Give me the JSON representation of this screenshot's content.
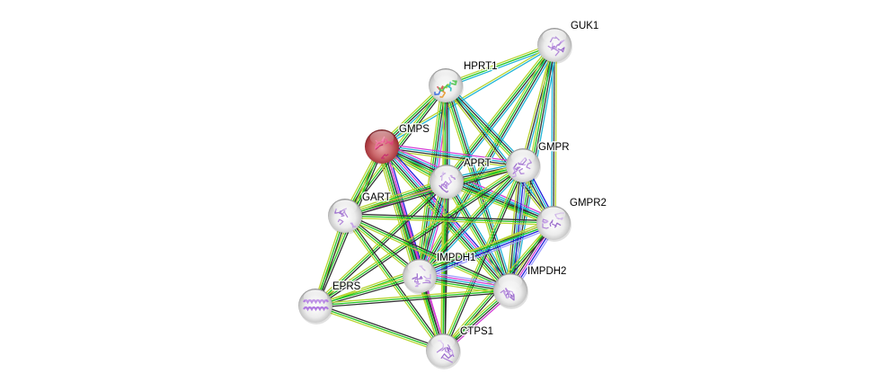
{
  "title": "Protein interaction network",
  "query_protein": "GMPS",
  "colors": {
    "background": "#ffffff",
    "query_node": "#c0555a",
    "neighbor_node": "#e2e2e2",
    "structure_tint": "#b58bd8",
    "label": "#000000"
  },
  "evidence_colors": {
    "database": "#21b5d6",
    "experiments": "#d43fd6",
    "textmining": "#b8d432",
    "coexpression": "#333333",
    "neighborhood": "#1e1edb",
    "gene_fusion": "#e02020",
    "cooccurrence": "#2020d0",
    "homology": "#a0a0ff",
    "other_green": "#21c521"
  },
  "nodes": [
    {
      "id": "GUK1",
      "label": "GUK1",
      "query": false,
      "structure": "purple"
    },
    {
      "id": "HPRT1",
      "label": "HPRT1",
      "query": false,
      "structure": "rainbow"
    },
    {
      "id": "GMPS",
      "label": "GMPS",
      "query": true,
      "structure": "magenta"
    },
    {
      "id": "APRT",
      "label": "APRT",
      "query": false,
      "structure": "purple"
    },
    {
      "id": "GMPR",
      "label": "GMPR",
      "query": false,
      "structure": "purple"
    },
    {
      "id": "GART",
      "label": "GART",
      "query": false,
      "structure": "purple"
    },
    {
      "id": "GMPR2",
      "label": "GMPR2",
      "query": false,
      "structure": "purple"
    },
    {
      "id": "IMPDH1",
      "label": "IMPDH1",
      "query": false,
      "structure": "purple"
    },
    {
      "id": "IMPDH2",
      "label": "IMPDH2",
      "query": false,
      "structure": "purple"
    },
    {
      "id": "EPRS",
      "label": "EPRS",
      "query": false,
      "structure": "helix"
    },
    {
      "id": "CTPS1",
      "label": "CTPS1",
      "query": false,
      "structure": "purple"
    }
  ],
  "edges": [
    {
      "source": "GUK1",
      "target": "HPRT1",
      "evidence": [
        "database",
        "other_green",
        "textmining"
      ]
    },
    {
      "source": "GUK1",
      "target": "GMPS",
      "evidence": [
        "database",
        "textmining"
      ]
    },
    {
      "source": "GUK1",
      "target": "APRT",
      "evidence": [
        "database",
        "coexpression",
        "other_green",
        "textmining"
      ]
    },
    {
      "source": "GUK1",
      "target": "GMPR",
      "evidence": [
        "database",
        "coexpression",
        "textmining"
      ]
    },
    {
      "source": "GUK1",
      "target": "GMPR2",
      "evidence": [
        "textmining",
        "coexpression",
        "database"
      ]
    },
    {
      "source": "GUK1",
      "target": "IMPDH1",
      "evidence": [
        "database",
        "coexpression",
        "other_green",
        "textmining"
      ]
    },
    {
      "source": "GUK1",
      "target": "IMPDH2",
      "evidence": [
        "database",
        "coexpression",
        "other_green",
        "textmining"
      ]
    },
    {
      "source": "HPRT1",
      "target": "GMPS",
      "evidence": [
        "database",
        "coexpression",
        "other_green",
        "textmining"
      ]
    },
    {
      "source": "HPRT1",
      "target": "APRT",
      "evidence": [
        "database",
        "coexpression",
        "other_green",
        "textmining"
      ]
    },
    {
      "source": "HPRT1",
      "target": "GMPR",
      "evidence": [
        "database",
        "coexpression",
        "other_green",
        "textmining"
      ]
    },
    {
      "source": "HPRT1",
      "target": "GART",
      "evidence": [
        "coexpression",
        "other_green",
        "textmining"
      ]
    },
    {
      "source": "HPRT1",
      "target": "GMPR2",
      "evidence": [
        "database",
        "coexpression",
        "textmining"
      ]
    },
    {
      "source": "HPRT1",
      "target": "IMPDH1",
      "evidence": [
        "experiments",
        "database",
        "coexpression",
        "other_green",
        "textmining"
      ]
    },
    {
      "source": "HPRT1",
      "target": "IMPDH2",
      "evidence": [
        "database",
        "coexpression",
        "other_green",
        "textmining"
      ]
    },
    {
      "source": "HPRT1",
      "target": "CTPS1",
      "evidence": [
        "coexpression",
        "other_green",
        "textmining"
      ]
    },
    {
      "source": "GMPS",
      "target": "APRT",
      "evidence": [
        "experiments",
        "database",
        "coexpression",
        "other_green",
        "textmining"
      ]
    },
    {
      "source": "GMPS",
      "target": "GMPR",
      "evidence": [
        "experiments",
        "database",
        "coexpression",
        "textmining"
      ]
    },
    {
      "source": "GMPS",
      "target": "GART",
      "evidence": [
        "coexpression",
        "other_green",
        "textmining"
      ]
    },
    {
      "source": "GMPS",
      "target": "GMPR2",
      "evidence": [
        "experiments",
        "database",
        "coexpression",
        "other_green",
        "textmining"
      ]
    },
    {
      "source": "GMPS",
      "target": "IMPDH1",
      "evidence": [
        "neighborhood",
        "experiments",
        "database",
        "coexpression",
        "other_green",
        "textmining"
      ]
    },
    {
      "source": "GMPS",
      "target": "IMPDH2",
      "evidence": [
        "neighborhood",
        "experiments",
        "database",
        "coexpression",
        "other_green",
        "textmining"
      ]
    },
    {
      "source": "GMPS",
      "target": "EPRS",
      "evidence": [
        "coexpression",
        "other_green",
        "textmining"
      ]
    },
    {
      "source": "GMPS",
      "target": "CTPS1",
      "evidence": [
        "experiments",
        "coexpression",
        "other_green",
        "textmining"
      ]
    },
    {
      "source": "APRT",
      "target": "GMPR",
      "evidence": [
        "database",
        "coexpression",
        "other_green",
        "textmining"
      ]
    },
    {
      "source": "APRT",
      "target": "GART",
      "evidence": [
        "experiments",
        "coexpression",
        "other_green",
        "textmining"
      ]
    },
    {
      "source": "APRT",
      "target": "GMPR2",
      "evidence": [
        "database",
        "coexpression",
        "other_green",
        "textmining"
      ]
    },
    {
      "source": "APRT",
      "target": "IMPDH1",
      "evidence": [
        "experiments",
        "database",
        "coexpression",
        "other_green",
        "textmining"
      ]
    },
    {
      "source": "APRT",
      "target": "IMPDH2",
      "evidence": [
        "database",
        "coexpression",
        "other_green",
        "textmining"
      ]
    },
    {
      "source": "APRT",
      "target": "EPRS",
      "evidence": [
        "coexpression",
        "other_green",
        "textmining"
      ]
    },
    {
      "source": "APRT",
      "target": "CTPS1",
      "evidence": [
        "coexpression",
        "other_green",
        "textmining"
      ]
    },
    {
      "source": "GMPR",
      "target": "GART",
      "evidence": [
        "coexpression",
        "other_green",
        "textmining"
      ]
    },
    {
      "source": "GMPR",
      "target": "GMPR2",
      "evidence": [
        "neighborhood",
        "database",
        "coexpression",
        "textmining"
      ]
    },
    {
      "source": "GMPR",
      "target": "IMPDH1",
      "evidence": [
        "database",
        "coexpression",
        "other_green",
        "textmining"
      ]
    },
    {
      "source": "GMPR",
      "target": "IMPDH2",
      "evidence": [
        "homology",
        "neighborhood",
        "database",
        "coexpression",
        "textmining"
      ]
    },
    {
      "source": "GMPR",
      "target": "EPRS",
      "evidence": [
        "coexpression",
        "other_green",
        "textmining"
      ]
    },
    {
      "source": "GMPR",
      "target": "CTPS1",
      "evidence": [
        "coexpression",
        "other_green",
        "textmining"
      ]
    },
    {
      "source": "GART",
      "target": "GMPR2",
      "evidence": [
        "coexpression",
        "other_green",
        "textmining"
      ]
    },
    {
      "source": "GART",
      "target": "IMPDH1",
      "evidence": [
        "coexpression",
        "other_green",
        "textmining"
      ]
    },
    {
      "source": "GART",
      "target": "IMPDH2",
      "evidence": [
        "coexpression",
        "other_green",
        "textmining"
      ]
    },
    {
      "source": "GART",
      "target": "EPRS",
      "evidence": [
        "coexpression",
        "other_green",
        "textmining"
      ]
    },
    {
      "source": "GART",
      "target": "CTPS1",
      "evidence": [
        "coexpression",
        "other_green",
        "textmining"
      ]
    },
    {
      "source": "GMPR2",
      "target": "IMPDH1",
      "evidence": [
        "homology",
        "neighborhood",
        "database",
        "coexpression",
        "textmining"
      ]
    },
    {
      "source": "GMPR2",
      "target": "IMPDH2",
      "evidence": [
        "homology",
        "neighborhood",
        "experiments",
        "coexpression",
        "textmining"
      ]
    },
    {
      "source": "GMPR2",
      "target": "EPRS",
      "evidence": [
        "other_green",
        "textmining"
      ]
    },
    {
      "source": "GMPR2",
      "target": "CTPS1",
      "evidence": [
        "coexpression",
        "other_green",
        "textmining"
      ]
    },
    {
      "source": "IMPDH1",
      "target": "IMPDH2",
      "evidence": [
        "homology",
        "experiments",
        "database",
        "coexpression",
        "other_green",
        "textmining"
      ]
    },
    {
      "source": "IMPDH1",
      "target": "EPRS",
      "evidence": [
        "coexpression",
        "other_green",
        "textmining"
      ]
    },
    {
      "source": "IMPDH1",
      "target": "CTPS1",
      "evidence": [
        "experiments",
        "coexpression",
        "other_green",
        "textmining"
      ]
    },
    {
      "source": "IMPDH2",
      "target": "EPRS",
      "evidence": [
        "coexpression",
        "other_green",
        "textmining"
      ]
    },
    {
      "source": "IMPDH2",
      "target": "CTPS1",
      "evidence": [
        "experiments",
        "coexpression",
        "other_green",
        "textmining"
      ]
    },
    {
      "source": "EPRS",
      "target": "CTPS1",
      "evidence": [
        "coexpression",
        "other_green",
        "textmining"
      ]
    }
  ]
}
